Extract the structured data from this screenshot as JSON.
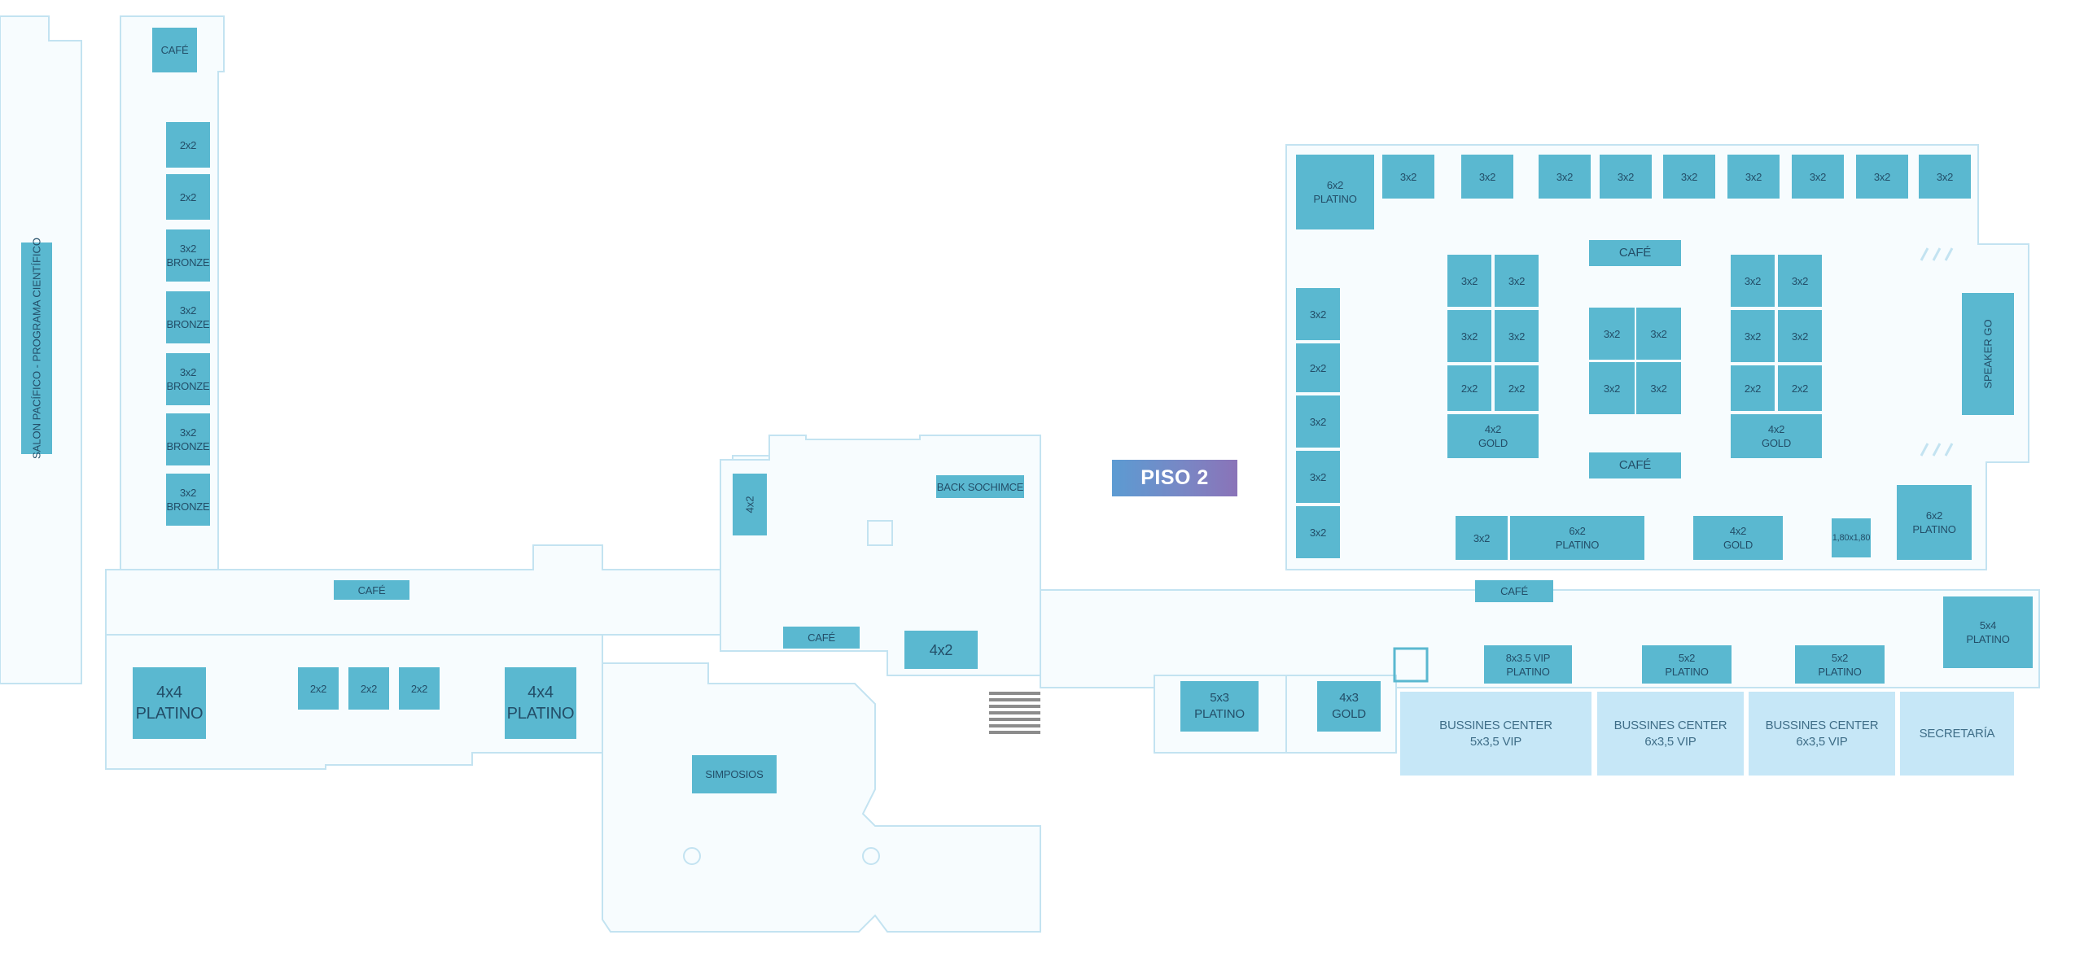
{
  "floor_label": "PISO 2",
  "colors": {
    "booth": "#5ab8d0",
    "booth_text": "#234e68",
    "business_center": "#c6e7f7",
    "floor_fill": "#f7fcfe",
    "wall_stroke": "#c3e3f1"
  },
  "rooms": {
    "salon_pacifico": "SALON PACÍFICO - PROGRAMA CIENTÍFICO",
    "speaker_go": "SPEAKER GO",
    "back_sochimce_4x2_vertical": "4x2"
  },
  "booths": {
    "cafe_top": "CAFÉ",
    "l1": "2x2",
    "l2": "2x2",
    "l3a": "3x2",
    "l3b": "BRONZE",
    "l4a": "3x2",
    "l4b": "BRONZE",
    "l5a": "3x2",
    "l5b": "BRONZE",
    "l6a": "3x2",
    "l6b": "BRONZE",
    "l7a": "3x2",
    "l7b": "BRONZE",
    "cafe_corridor": "CAFÉ",
    "p1a": "4x4",
    "p1b": "PLATINO",
    "s1": "2x2",
    "s2": "2x2",
    "s3": "2x2",
    "p2a": "4x4",
    "p2b": "PLATINO",
    "back_sochimce": "BACK SOCHIMCE",
    "cafe_mid": "CAFÉ",
    "b4x2": "4x2",
    "simposios": "SIMPOSIOS",
    "t1a": "6x2",
    "t1b": "PLATINO",
    "t2": "3x2",
    "t3": "3x2",
    "t4": "3x2",
    "t5": "3x2",
    "t6": "3x2",
    "t7": "3x2",
    "t8": "3x2",
    "t9": "3x2",
    "t10": "3x2",
    "w1": "3x2",
    "w2": "2x2",
    "w3": "3x2",
    "w4": "3x2",
    "w5": "3x2",
    "ig1": "3x2",
    "ig2": "3x2",
    "ig3": "3x2",
    "ig4": "3x2",
    "ig5": "2x2",
    "ig6": "2x2",
    "ig7a": "4x2",
    "ig7b": "GOLD",
    "cafe_in_top": "CAFÉ",
    "cafe_in_bottom": "CAFÉ",
    "cg1": "3x2",
    "cg2": "3x2",
    "cg3": "3x2",
    "cg4": "3x2",
    "rg1": "3x2",
    "rg2": "3x2",
    "rg3": "3x2",
    "rg4": "3x2",
    "rg5": "2x2",
    "rg6": "2x2",
    "rg7a": "4x2",
    "rg7b": "GOLD",
    "bt1": "3x2",
    "bt2a": "6x2",
    "bt2b": "PLATINO",
    "bt3a": "4x2",
    "bt3b": "GOLD",
    "bt4": "1,80x1,80",
    "bt5a": "6x2",
    "bt5b": "PLATINO",
    "cafe_bottom": "CAFÉ",
    "e1a": "8x3.5 VIP",
    "e1b": "PLATINO",
    "e2a": "5x2",
    "e2b": "PLATINO",
    "e3a": "5x2",
    "e3b": "PLATINO",
    "e4a": "5x4",
    "e4b": "PLATINO",
    "e5a": "5x3",
    "e5b": "PLATINO",
    "e6a": "4x3",
    "e6b": "GOLD",
    "bc1a": "BUSSINES CENTER",
    "bc1b": "5x3,5 VIP",
    "bc2a": "BUSSINES CENTER",
    "bc2b": "6x3,5 VIP",
    "bc3a": "BUSSINES CENTER",
    "bc3b": "6x3,5 VIP",
    "secretaria": "SECRETARÍA"
  }
}
